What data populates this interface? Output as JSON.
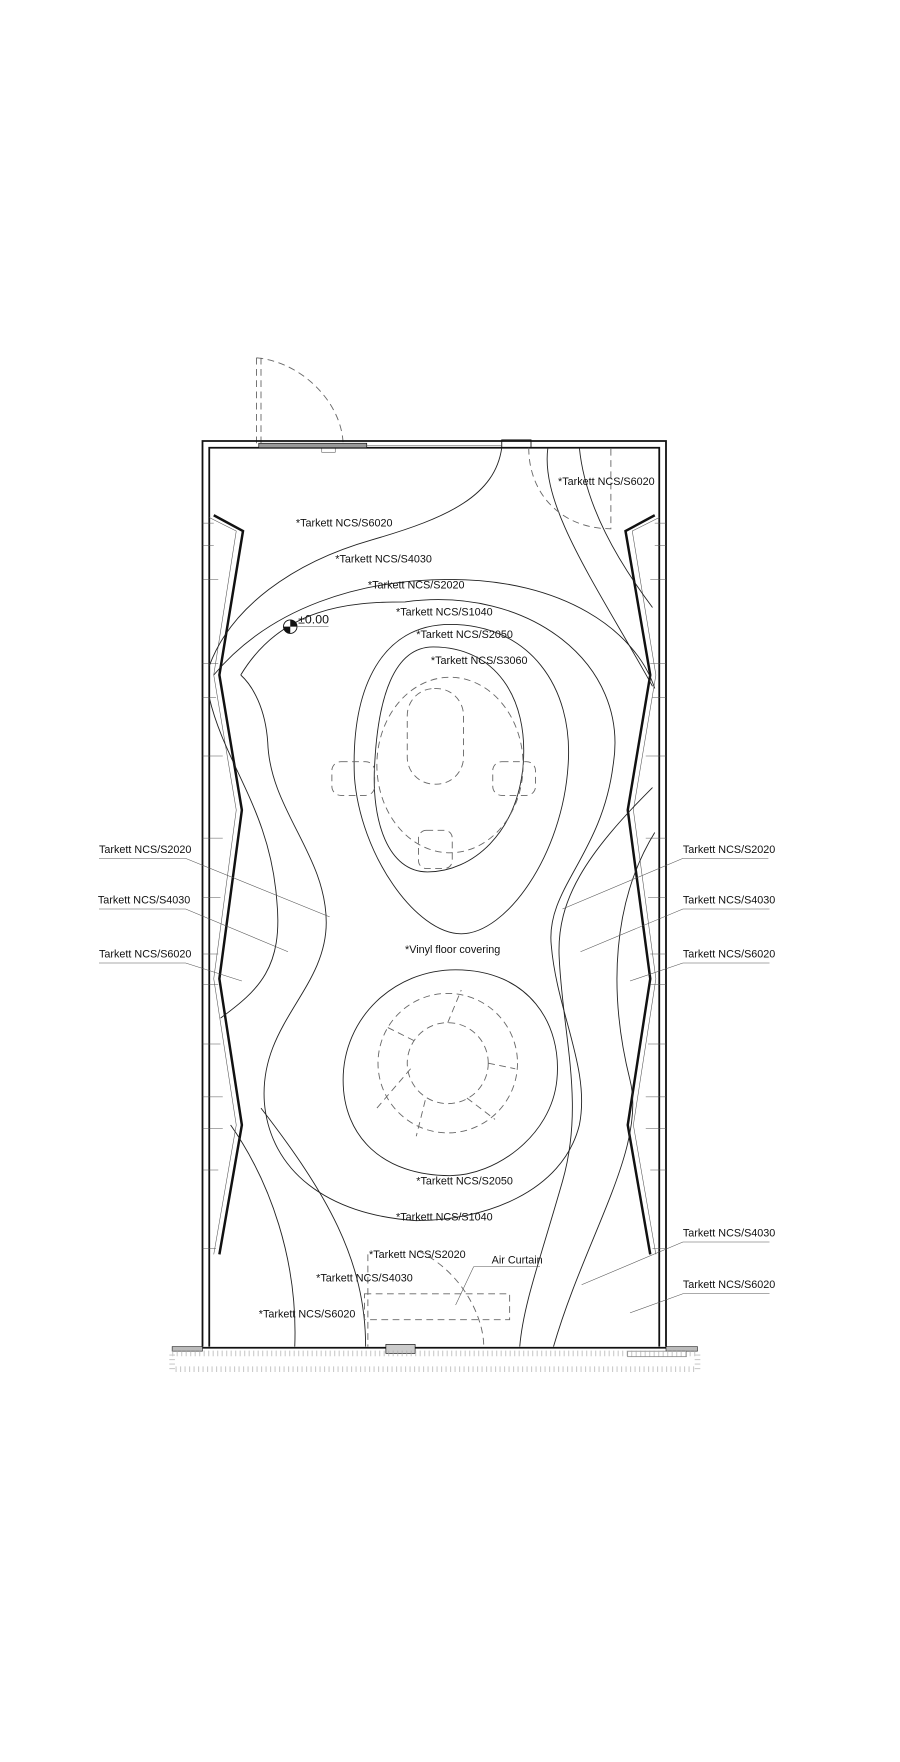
{
  "drawing": {
    "type": "floor plan - flooring layout",
    "level_marker": "±0.00",
    "center_label": "*Vinyl floor covering",
    "interior_labels": [
      "*Tarkett NCS/S6020",
      "*Tarkett NCS/S6020",
      "*Tarkett NCS/S4030",
      "*Tarkett NCS/S2020",
      "*Tarkett NCS/S1040",
      "*Tarkett NCS/S2050",
      "*Tarkett NCS/S3060",
      "*Tarkett NCS/S2050",
      "*Tarkett NCS/S1040",
      "*Tarkett NCS/S2020",
      "*Tarkett NCS/S4030",
      "*Tarkett NCS/S6020"
    ],
    "left_callouts": [
      "Tarkett NCS/S2020",
      "Tarkett NCS/S4030",
      "Tarkett NCS/S6020"
    ],
    "right_callouts": [
      "Tarkett NCS/S2020",
      "Tarkett NCS/S4030",
      "Tarkett NCS/S6020",
      "Tarkett NCS/S4030",
      "Tarkett NCS/S6020"
    ],
    "air_curtain_label": "Air Curtain"
  }
}
